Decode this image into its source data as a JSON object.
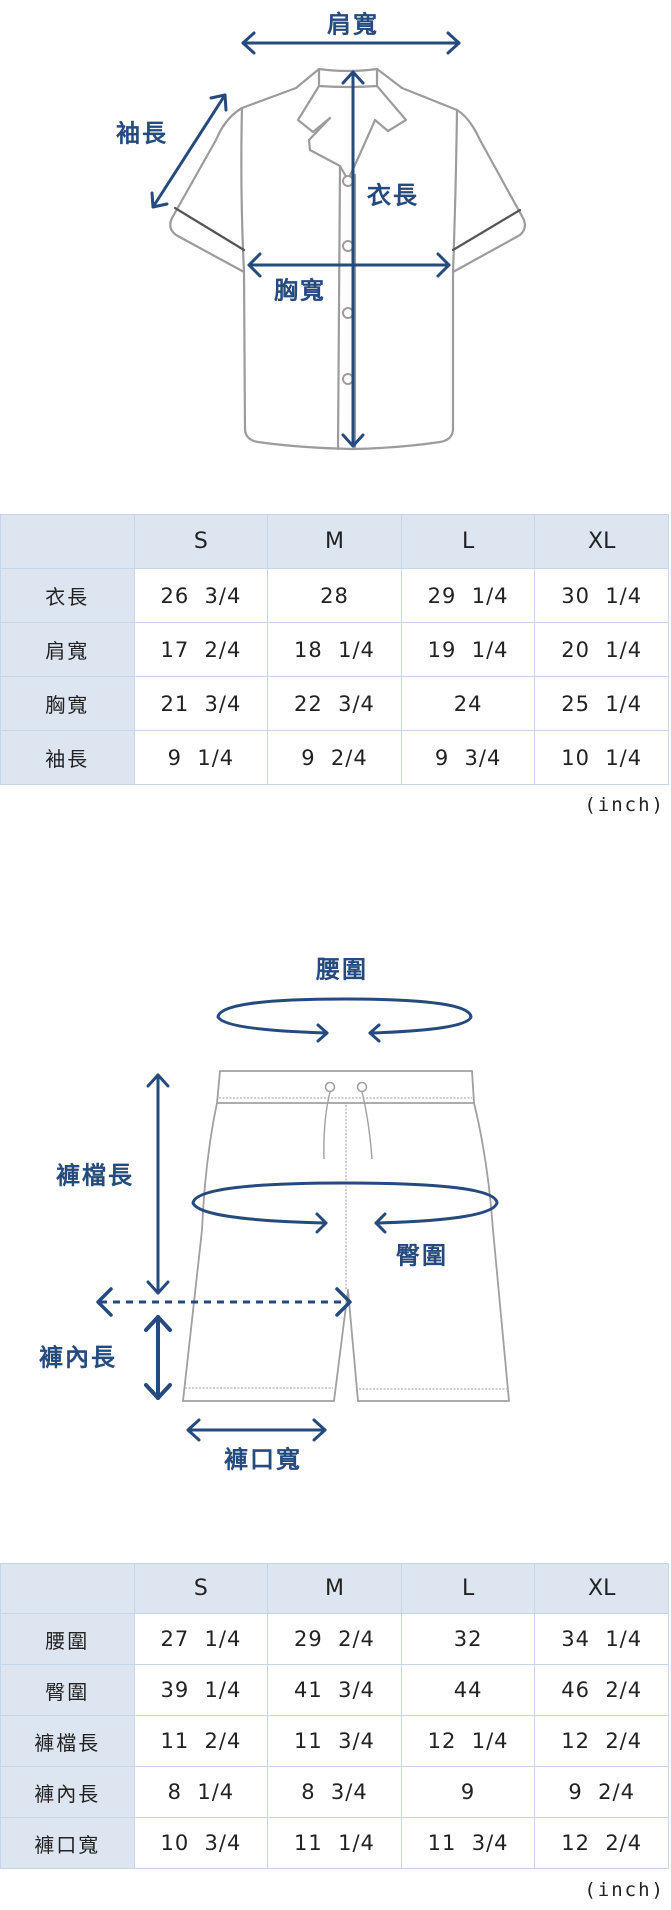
{
  "shirt": {
    "labels": {
      "shoulder_width": "肩寬",
      "sleeve_length": "袖長",
      "body_length": "衣長",
      "chest_width": "胸寬"
    },
    "table": {
      "headers": [
        "",
        "S",
        "M",
        "L",
        "XL"
      ],
      "rows": [
        {
          "label": "衣長",
          "values": [
            "26  3/4",
            "28",
            "29  1/4",
            "30  1/4"
          ]
        },
        {
          "label": "肩寬",
          "values": [
            "17  2/4",
            "18  1/4",
            "19  1/4",
            "20  1/4"
          ]
        },
        {
          "label": "胸寬",
          "values": [
            "21  3/4",
            "22  3/4",
            "24",
            "25  1/4"
          ]
        },
        {
          "label": "袖長",
          "values": [
            "9  1/4",
            "9  2/4",
            "9  3/4",
            "10  1/4"
          ]
        }
      ],
      "unit": "(inch)"
    }
  },
  "pants": {
    "labels": {
      "waist": "腰圍",
      "hip": "臀圍",
      "rise": "褲檔長",
      "inseam": "褲內長",
      "hem_width": "褲口寬"
    },
    "table": {
      "headers": [
        "",
        "S",
        "M",
        "L",
        "XL"
      ],
      "rows": [
        {
          "label": "腰圍",
          "values": [
            "27  1/4",
            "29  2/4",
            "32",
            "34  1/4"
          ]
        },
        {
          "label": "臀圍",
          "values": [
            "39  1/4",
            "41  3/4",
            "44",
            "46  2/4"
          ]
        },
        {
          "label": "褲檔長",
          "values": [
            "11  2/4",
            "11  3/4",
            "12  1/4",
            "12  2/4"
          ]
        },
        {
          "label": "褲內長",
          "values": [
            "8  1/4",
            "8  3/4",
            "9",
            "9  2/4"
          ]
        },
        {
          "label": "褲口寬",
          "values": [
            "10  3/4",
            "11  1/4",
            "11  3/4",
            "12  2/4"
          ]
        }
      ],
      "unit": "(inch)"
    }
  },
  "colors": {
    "accent": "#244a7e",
    "header_bg": "#dde5f0",
    "border": "#c8d5e8",
    "outline": "#a0a0a0"
  }
}
